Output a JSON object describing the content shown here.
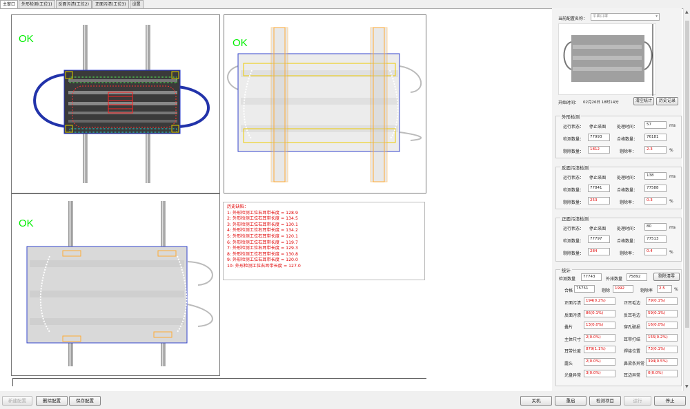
{
  "tabs": [
    "主窗口",
    "外形检测(工位1)",
    "反面污渍(工位2)",
    "正面污渍(工位3)",
    "设置"
  ],
  "panels": {
    "ok1": "OK",
    "ok2": "OK",
    "ok3": "OK"
  },
  "history": {
    "title": "历史缺陷：",
    "items": [
      "1: 外形检测工位右耳带长度 = 128.9",
      "2: 外形检测工位右耳带长度 = 134.5",
      "3: 外形检测工位右耳带长度 = 130.1",
      "4: 外形检测工位右耳带长度 = 134.2",
      "5: 外形检测工位右耳带长度 = 120.1",
      "6: 外形检测工位右耳带长度 = 119.7",
      "7: 外形检测工位右耳带长度 = 129.3",
      "8: 外形检测工位右耳带长度 = 130.8",
      "9: 外形检测工位右耳带长度 = 120.0",
      "10: 外形检测工位右耳带长度 = 127.0"
    ]
  },
  "config": {
    "label": "当前配置名称：",
    "value": "平面口罩"
  },
  "start": {
    "label": "开始时间：",
    "value": "02月26日 18时14分",
    "clear": "清空统计",
    "history": "历史记录"
  },
  "g1": {
    "title": "外形检测",
    "state_l": "运行状态：",
    "state": "停止采图",
    "time_l": "处理时间：",
    "time": "57",
    "unit": "ms",
    "det_l": "检测数量：",
    "det": "77993",
    "ok_l": "合格数量：",
    "ok": "76181",
    "rej_l": "剔除数量：",
    "rej": "1812",
    "rate_l": "剔除率：",
    "rate": "2.3",
    "pct": "%"
  },
  "g2": {
    "title": "反面污渍检测",
    "state_l": "运行状态：",
    "state": "停止采图",
    "time_l": "处理时间：",
    "time": "138",
    "unit": "ms",
    "det_l": "检测数量：",
    "det": "77841",
    "ok_l": "合格数量：",
    "ok": "77588",
    "rej_l": "剔除数量：",
    "rej": "253",
    "rate_l": "剔除率：",
    "rate": "0.3",
    "pct": "%"
  },
  "g3": {
    "title": "正面污渍检测",
    "state_l": "运行状态：",
    "state": "停止采图",
    "time_l": "处理时间：",
    "time": "80",
    "unit": "ms",
    "det_l": "检测数量：",
    "det": "77797",
    "ok_l": "合格数量：",
    "ok": "77513",
    "rej_l": "剔除数量：",
    "rej": "284",
    "rate_l": "剔除率：",
    "rate": "0.4",
    "pct": "%"
  },
  "g4": {
    "title": "统计",
    "det_l": "检测数量",
    "det": "77743",
    "out_l": "外排数量",
    "out": "75892",
    "clear": "剔除清零",
    "ok_l": "合格",
    "ok": "75751",
    "rej_l": "剔除",
    "rej": "1992",
    "rate_l": "剔除率",
    "rate": "2.5",
    "pct": "%",
    "rows": [
      [
        "正面污渍",
        "194(0.2%)",
        "正耳毛边",
        "79(0.1%)"
      ],
      [
        "反面污渍",
        "86(0.1%)",
        "反耳毛边",
        "59(0.1%)"
      ],
      [
        "叠片",
        "13(0.0%)",
        "穿孔破损",
        "16(0.0%)"
      ],
      [
        "主体尺寸",
        "2(0.0%)",
        "耳带打结",
        "155(0.2%)"
      ],
      [
        "耳带长度",
        "879(1.1%)",
        "焊接位置",
        "73(0.1%)"
      ],
      [
        "露头",
        "2(0.0%)",
        "鼻梁条异常",
        "394(0.5%)"
      ],
      [
        "光盘异常",
        "3(0.0%)",
        "耳边异常",
        "0(0.0%)"
      ]
    ]
  },
  "bottom": {
    "new": "新建配置",
    "del": "删除配置",
    "save": "保存配置",
    "close": "关机",
    "restart": "重启",
    "proj": "检测项目",
    "run": "运行",
    "stop": "停止"
  }
}
